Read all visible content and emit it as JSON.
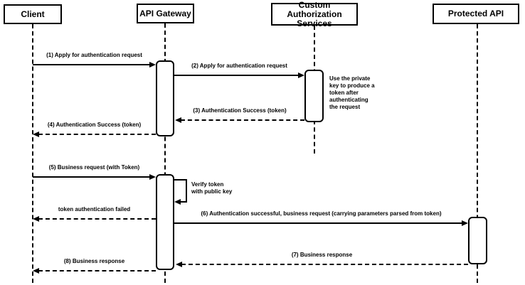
{
  "diagram": {
    "type": "uml-sequence",
    "colors": {
      "line": "#000000",
      "background": "#ffffff",
      "box_fill": "#ffffff"
    },
    "actors": [
      {
        "id": "client",
        "label": "Client"
      },
      {
        "id": "api-gateway",
        "label": "API Gateway"
      },
      {
        "id": "custom-auth-services",
        "label": "Custom Authorization Services"
      },
      {
        "id": "protected-api",
        "label": "Protected API"
      }
    ],
    "messages": [
      {
        "label": "(1) Apply for authentication request",
        "from": "client",
        "to": "api-gateway",
        "line": "solid"
      },
      {
        "label": "(2) Apply for authentication request",
        "from": "api-gateway",
        "to": "custom-auth-services",
        "line": "solid"
      },
      {
        "label": "(3) Authentication Success (token)",
        "from": "custom-auth-services",
        "to": "api-gateway",
        "line": "dashed"
      },
      {
        "label": "(4) Authentication Success (token)",
        "from": "api-gateway",
        "to": "client",
        "line": "dashed"
      },
      {
        "label": "(5) Business request (with Token)",
        "from": "client",
        "to": "api-gateway",
        "line": "solid"
      },
      {
        "label": "Verify token\nwith public key",
        "from": "api-gateway",
        "to": "api-gateway",
        "line": "solid",
        "self": true
      },
      {
        "label": "token authentication failed",
        "from": "api-gateway",
        "to": "client",
        "line": "dashed"
      },
      {
        "label": "(6) Authentication successful, business request (carrying parameters parsed from token)",
        "from": "api-gateway",
        "to": "protected-api",
        "line": "solid"
      },
      {
        "label": "(7) Business response",
        "from": "protected-api",
        "to": "api-gateway",
        "line": "dashed"
      },
      {
        "label": "(8) Business response",
        "from": "api-gateway",
        "to": "client",
        "line": "dashed"
      }
    ],
    "notes": [
      {
        "label": "Use the private\nkey to produce a\ntoken after\nauthenticating\nthe request",
        "attached_to": "custom-auth-services"
      }
    ]
  }
}
